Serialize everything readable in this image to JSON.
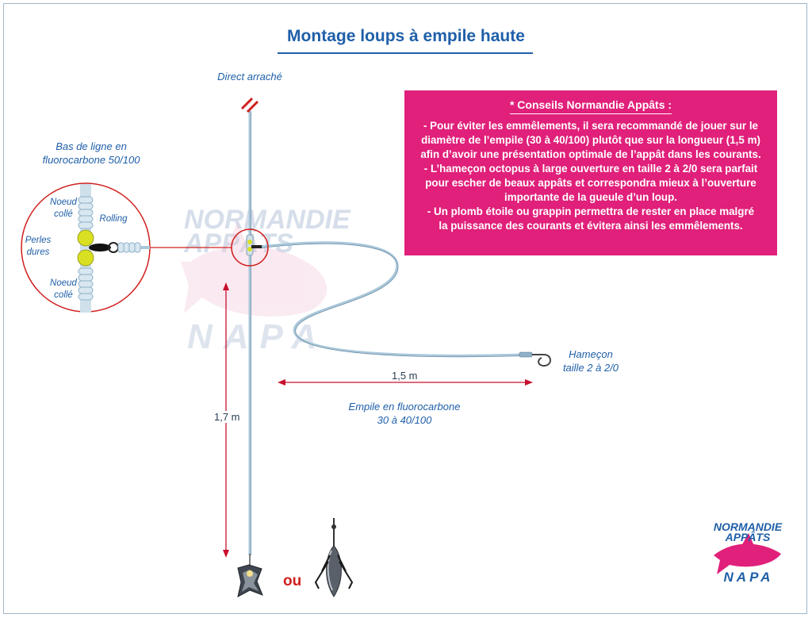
{
  "title": "Montage loups à empile haute",
  "labels": {
    "direct": "Direct arraché",
    "leader_line1": "Bas de ligne en",
    "leader_line2": "fluorocarbone 50/100",
    "knot_top1": "Noeud",
    "knot_top2": "collé",
    "rolling": "Rolling",
    "beads1": "Perles",
    "beads2": "dures",
    "knot_bottom1": "Noeud",
    "knot_bottom2": "collé",
    "hook1": "Hameçon",
    "hook2": "taille 2 à 2/0",
    "snood1": "Empile en fluorocarbone",
    "snood2": "30 à 40/100",
    "dim_horizontal": "1,5 m",
    "dim_vertical": "1,7 m",
    "or": "ou"
  },
  "tips": {
    "title": "* Conseils Normandie Appâts :",
    "lines": [
      "- Pour éviter les emmêlements, il sera recommandé de jouer sur le",
      "diamètre de l’empile (30 à 40/100) plutôt que sur la longueur (1,5 m)",
      "afin d’avoir une présentation optimale de l’appât dans les courants.",
      "- L’hameçon octopus à large ouverture en taille 2 à 2/0 sera parfait",
      "pour escher de beaux appâts et correspondra mieux à l’ouverture",
      "importante de la gueule d’un loup.",
      "- Un plomb étoile ou grappin permettra de rester en place malgré",
      "la puissance des courants et évitera ainsi les emmêlements."
    ]
  },
  "logo": {
    "line1": "NORMANDIE",
    "line2": "APPÂTS",
    "line3": "NAPA"
  },
  "watermark": {
    "line1": "NORMANDIE",
    "line2": "APPÂTS",
    "line3": "NAPA"
  },
  "colors": {
    "accent_blue": "#1f5fa8",
    "tips_pink": "#e0207a",
    "dimension_red": "#c8102e",
    "line_blue": "#a9c7da"
  }
}
